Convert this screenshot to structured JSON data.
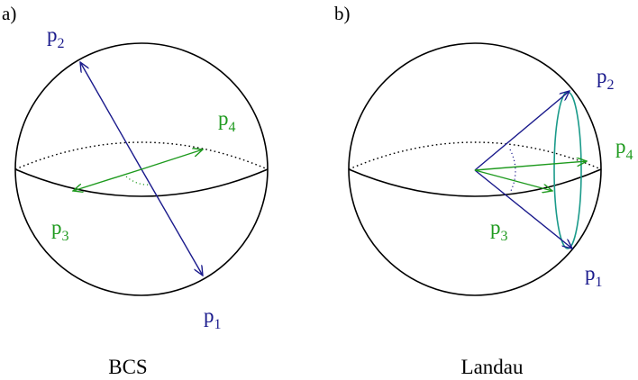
{
  "panels": [
    {
      "letter": "a)",
      "caption": "BCS",
      "labels": {
        "p1": {
          "base": "p",
          "sub": "1"
        },
        "p2": {
          "base": "p",
          "sub": "2"
        },
        "p3": {
          "base": "p",
          "sub": "3"
        },
        "p4": {
          "base": "p",
          "sub": "4"
        }
      }
    },
    {
      "letter": "b)",
      "caption": "Landau",
      "labels": {
        "p1": {
          "base": "p",
          "sub": "1"
        },
        "p2": {
          "base": "p",
          "sub": "2"
        },
        "p3": {
          "base": "p",
          "sub": "3"
        },
        "p4": {
          "base": "p",
          "sub": "4"
        }
      }
    }
  ],
  "colors": {
    "momentum_pair_1": "#1a1a8c",
    "momentum_pair_2": "#1e9a1e",
    "cone": "#1a9a8a",
    "outline": "#000000"
  }
}
